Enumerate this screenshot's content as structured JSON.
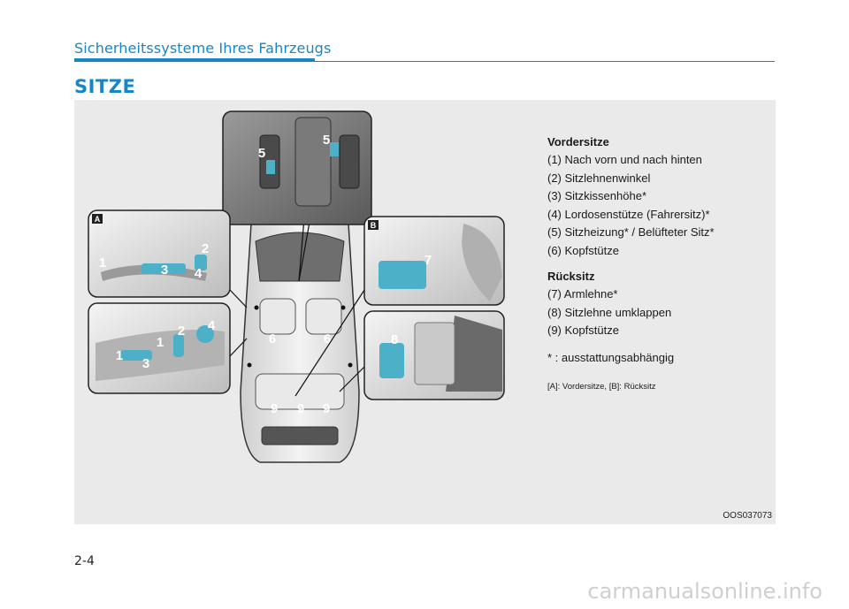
{
  "header": {
    "section_title": "Sicherheitssysteme Ihres Fahrzeugs",
    "page_heading": "SITZE",
    "accent_color": "#1686c6"
  },
  "figure": {
    "legend": {
      "front_heading": "Vordersitze",
      "front_items": [
        "(1) Nach vorn und nach hinten",
        "(2) Sitzlehnenwinkel",
        "(3) Sitzkissenhöhe*",
        "(4) Lordosenstütze (Fahrersitz)*",
        "(5) Sitzheizung* / Belüfteter Sitz*",
        "(6) Kopfstütze"
      ],
      "rear_heading": "Rücksitz",
      "rear_items": [
        "(7) Armlehne*",
        "(8) Sitzlehne umklappen",
        "(9) Kopfstütze"
      ],
      "footnote": "* : ausstattungsabhängig",
      "panel_note": "[A]: Vordersitze, [B]: Rücksitz"
    },
    "code": "OOS037073",
    "panel_tags": {
      "a": "A",
      "b": "B"
    },
    "callouts": {
      "c1": "1",
      "c2": "2",
      "c3": "3",
      "c4": "4",
      "c5": "5",
      "c6": "6",
      "c7": "7",
      "c8": "8",
      "c9": "9"
    },
    "callout_color": "#4bb0c8"
  },
  "footer": {
    "page_number": "2-4",
    "watermark": "carmanualsonline.info"
  }
}
